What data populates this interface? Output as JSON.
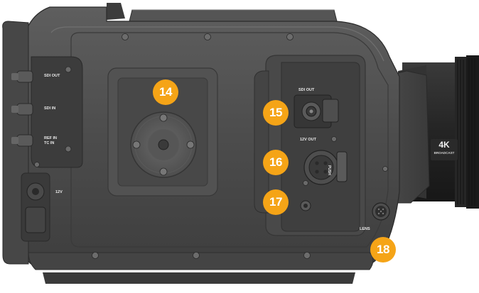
{
  "callouts": {
    "c14": "14",
    "c15": "15",
    "c16": "16",
    "c17": "17",
    "c18": "18"
  },
  "labels": {
    "sdi_out_left": "SDI OUT",
    "sdi_in": "SDI IN",
    "ref_in_line1": "REF IN",
    "ref_in_line2": "TC IN",
    "twelve_v": "12V",
    "sdi_out_right": "SDI OUT",
    "twelve_v_out": "12V OUT",
    "push": "PUSH",
    "lens": "LENS"
  },
  "badge": {
    "main": "4K",
    "sub": "BROADCAST"
  },
  "colors": {
    "callout": "#F5A417",
    "body": "#4b4b4b",
    "background": "#ffffff"
  }
}
